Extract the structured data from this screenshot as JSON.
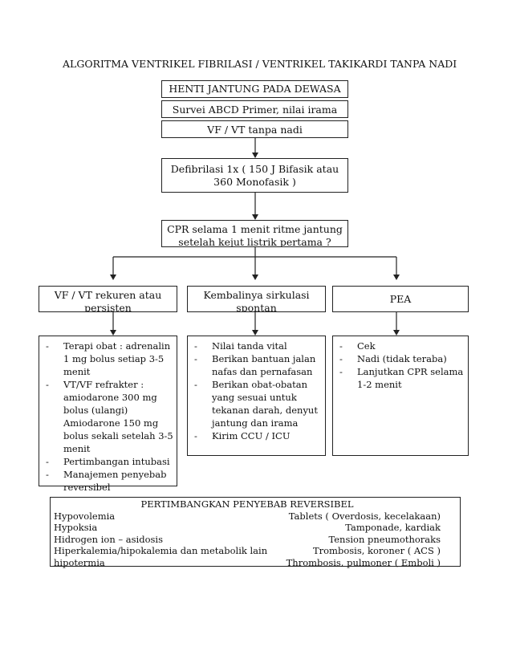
{
  "title": "ALGORITMA VENTRIKEL FIBRILASI / VENTRIKEL TAKIKARDI TANPA NADI",
  "boxes": {
    "henti": "HENTI JANTUNG PADA DEWASA",
    "survei": "Survei ABCD Primer, nilai irama",
    "vf": "VF / VT tanpa nadi",
    "defib_line1": "Defibrilasi 1x ( 150 J Bifasik atau",
    "defib_line2": "360 Monofasik )",
    "cpr_line1": "CPR selama 1 menit ritme jantung",
    "cpr_line2": "setelah kejut listrik pertama ?"
  },
  "branches": [
    {
      "header_line1": "VF / VT rekuren atau",
      "header_line2": "persisten",
      "items": [
        "Terapi obat : adrenalin 1 mg bolus setiap 3-5 menit",
        "VT/VF refrakter : amiodarone 300 mg bolus (ulangi) Amiodarone 150 mg bolus sekali setelah 3-5 menit",
        "Pertimbangan intubasi",
        "Manajemen penyebab reversibel"
      ]
    },
    {
      "header_line1": "Kembalinya sirkulasi",
      "header_line2": "spontan",
      "items": [
        "Nilai tanda vital",
        "Berikan bantuan jalan nafas dan pernafasan",
        "Berikan obat-obatan yang sesuai untuk tekanan darah, denyut jantung dan irama",
        "Kirim CCU / ICU"
      ]
    },
    {
      "header_line1": "PEA",
      "header_line2": "",
      "items": [
        "Cek",
        "Nadi (tidak teraba)",
        "Lanjutkan CPR selama 1-2 menit"
      ]
    }
  ],
  "reversible": {
    "title": "PERTIMBANGKAN PENYEBAB REVERSIBEL",
    "rows": [
      [
        "Hypovolemia",
        "Tablets ( Overdosis, kecelakaan)"
      ],
      [
        "Hypoksia",
        "Tamponade, kardiak"
      ],
      [
        "Hidrogen ion – asidosis",
        "Tension pneumothoraks"
      ],
      [
        "Hiperkalemia/hipokalemia dan metabolik lain",
        "Trombosis, koroner ( ACS )"
      ],
      [
        "hipotermia",
        "Thrombosis, pulmoner ( Emboli )"
      ]
    ]
  }
}
